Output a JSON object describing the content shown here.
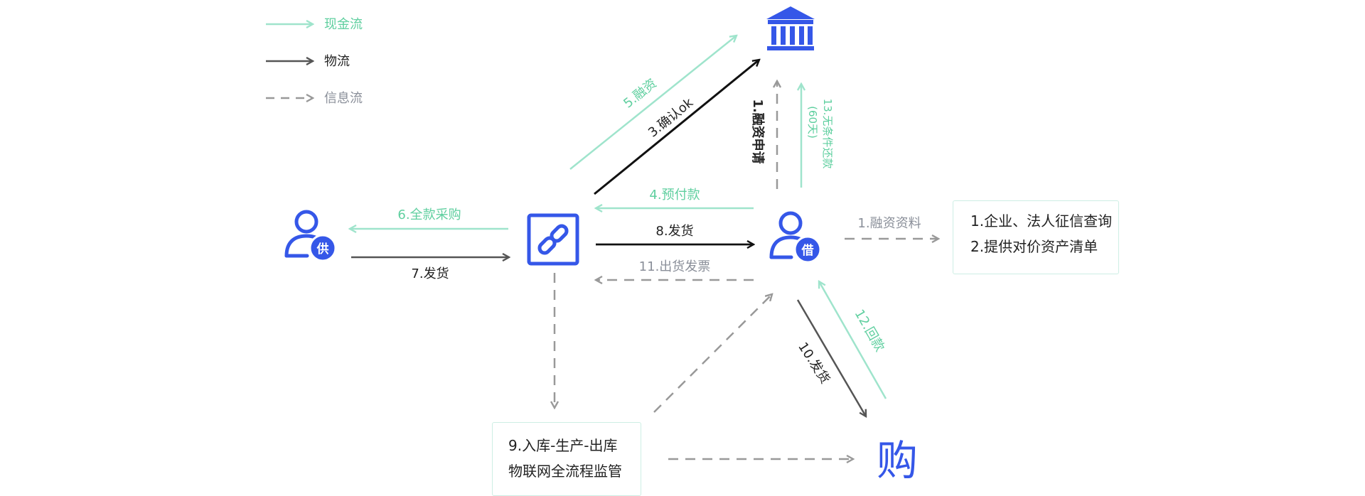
{
  "legend": [
    {
      "label": "现金流",
      "kind": "cash"
    },
    {
      "label": "物流",
      "kind": "logistics"
    },
    {
      "label": "信息流",
      "kind": "info"
    }
  ],
  "colors": {
    "cash": "#9fe4cc",
    "cash_text": "#5fcf9f",
    "logistics": "#555555",
    "dark": "#111111",
    "info": "#999999",
    "info_text": "#8a8f99",
    "blue": "#3557e8",
    "box_border": "#cdeee4"
  },
  "nodes": {
    "supplier_badge": "供",
    "borrower_badge": "借",
    "buyer_label": "购"
  },
  "arrows": {
    "financing": "5.融资",
    "confirm": "3.确认ok",
    "apply": "1.融资申请",
    "repay_line1": "13.无条件还款",
    "repay_line2": "(60天)",
    "prepay": "4.预付款",
    "full_purchase": "6.全款采购",
    "deliver7": "7.发货",
    "deliver8": "8.发货",
    "invoice": "11.出货发票",
    "materials": "1.融资资料",
    "deliver10": "10.发货",
    "payment12": "12.回款"
  },
  "boxes": {
    "credit": [
      "1.企业、法人征信查询",
      "2.提供对价资产清单"
    ],
    "warehouse": [
      "9.入库-生产-出库",
      "物联网全流程监管"
    ]
  }
}
